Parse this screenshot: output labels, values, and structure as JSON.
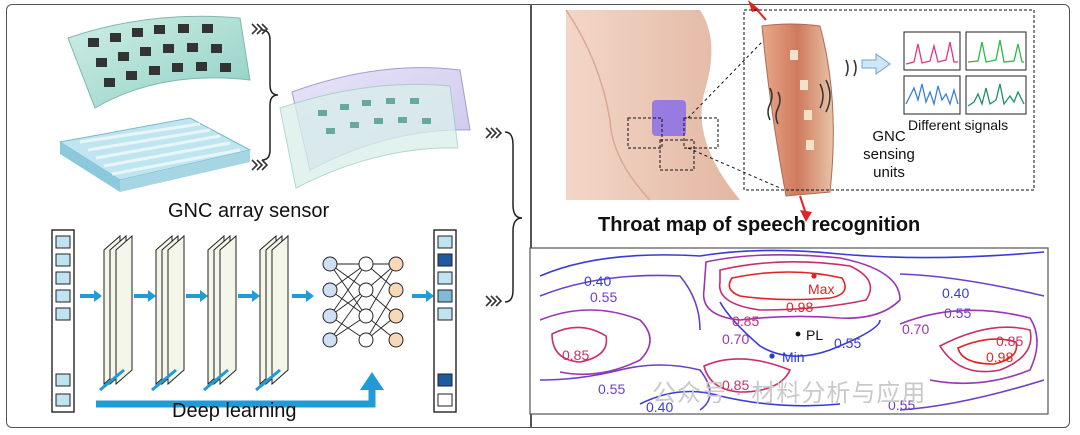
{
  "labels": {
    "sensor": "GNC array sensor",
    "deep_learning": "Deep learning",
    "title": "Throat map of speech recognition",
    "gnc_units": "GNC sensing units",
    "signals": "Different signals",
    "watermark": "公众号 · 材料分析与应用"
  },
  "contour_map": {
    "max_label": "Max",
    "min_label": "Min",
    "pl_label": "PL",
    "levels": [
      "0.40",
      "0.55",
      "0.70",
      "0.85",
      "0.98"
    ],
    "colors": {
      "0.40": "#3a3ad6",
      "0.55": "#6a40c8",
      "0.70": "#9a36b0",
      "0.85": "#c8306a",
      "0.98": "#e02424"
    }
  },
  "colors": {
    "arrow_blue": "#1f9bd6",
    "signal_pink": "#e0338a",
    "signal_green": "#2eb84a",
    "signal_blue": "#3a7fd6",
    "signal_teal": "#1f8f6a"
  }
}
